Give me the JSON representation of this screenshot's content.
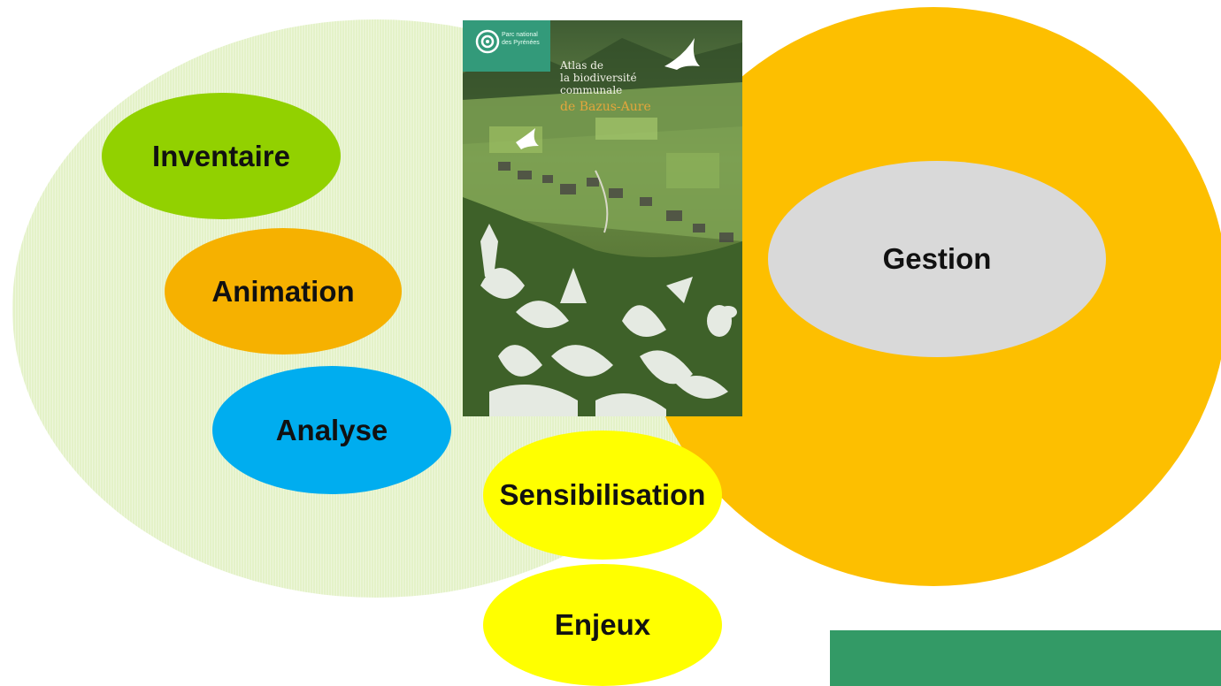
{
  "circles": {
    "inventaire": "Inventaire",
    "animation": "Animation",
    "analyse": "Analyse",
    "gestion": "Gestion",
    "sensibilisation": "Sensibilisation",
    "enjeux": "Enjeux"
  },
  "cover": {
    "logo_line1": "Parc national",
    "logo_line2": "des Pyrénées",
    "title_line1": "Atlas de",
    "title_line2": "la biodiversité",
    "title_line3": "communale",
    "place": "de Bazus-Aure"
  },
  "colors": {
    "green_zone": "#e4f2c8",
    "orange_zone": "#fdbf00",
    "inventaire": "#92d100",
    "animation": "#f6b100",
    "analyse": "#00adef",
    "gestion": "#d9d9d9",
    "yellow": "#ffff00",
    "footer_block": "#339a66"
  }
}
